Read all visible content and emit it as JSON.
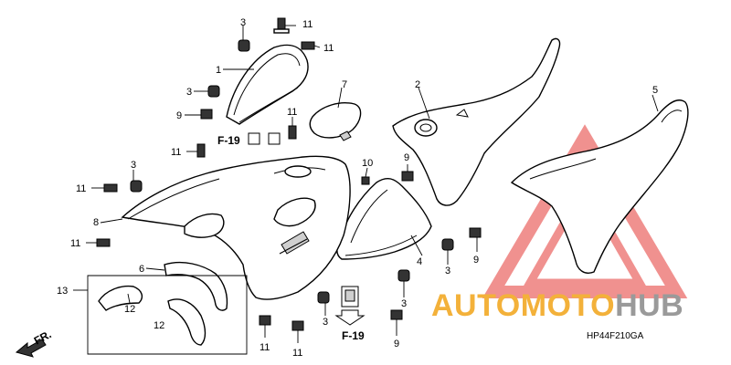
{
  "labels": {
    "l1": "1",
    "l2": "2",
    "l3a": "3",
    "l3b": "3",
    "l3c": "3",
    "l3d": "3",
    "l3e": "3",
    "l3f": "3",
    "l4": "4",
    "l5": "5",
    "l6": "6",
    "l7": "7",
    "l8": "8",
    "l9a": "9",
    "l9b": "9",
    "l9c": "9",
    "l9d": "9",
    "l10": "10",
    "l11a": "11",
    "l11b": "11",
    "l11c": "11",
    "l11d": "11",
    "l11e": "11",
    "l11f": "11",
    "l11g": "11",
    "l11h": "11",
    "l12a": "12",
    "l12b": "12",
    "l13": "13",
    "f19a": "F-19",
    "f19b": "F-19",
    "fr": "FR."
  },
  "watermark": {
    "part1": "AUTOMOTO",
    "part2": "HUB",
    "color_main": "#f3b13a",
    "color_alt": "#9a9a9a",
    "triangle_color": "#e53935"
  },
  "diagram_code": "HP44F210GA"
}
